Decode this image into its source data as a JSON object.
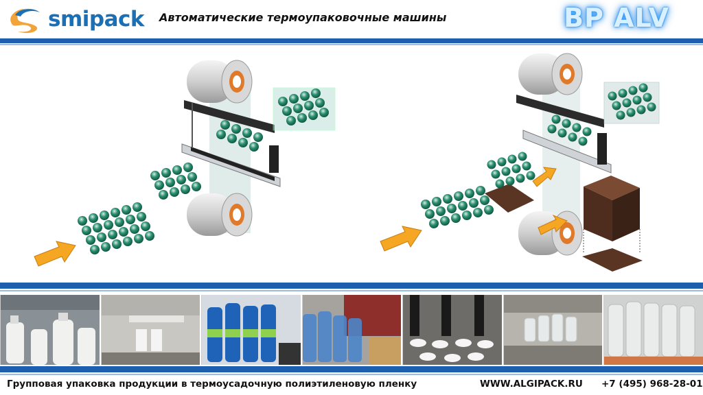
{
  "header": {
    "brand": "smipack",
    "title": "Автоматические термоупаковочные  машины",
    "model": "BP ALV"
  },
  "colors": {
    "brand_blue": "#1b6fb5",
    "logo_orange": "#f2a43a",
    "stripe_blue": "#1b5fae",
    "can_green": "#1f8a6a",
    "arrow_orange": "#f5a623",
    "tray_brown": "#5a3524"
  },
  "diagrams": [
    {
      "name": "shrink-wrap-process-without-tray",
      "icons": [
        "film-roll-icon",
        "can-pack-icon",
        "arrow-icon"
      ]
    },
    {
      "name": "shrink-wrap-process-with-tray",
      "icons": [
        "film-roll-icon",
        "can-pack-icon",
        "arrow-icon",
        "cardboard-tray-icon"
      ]
    }
  ],
  "photos": [
    {
      "name": "white-bottles"
    },
    {
      "name": "machine-conveyor"
    },
    {
      "name": "blue-water-bottles"
    },
    {
      "name": "wrapped-bottle-packs"
    },
    {
      "name": "bottle-caps-closeup"
    },
    {
      "name": "clear-bottles-on-conveyor"
    },
    {
      "name": "wrapped-clear-bottles"
    }
  ],
  "footer": {
    "description": "Групповая упаковка продукции в термоусадочную полиэтиленовую пленку",
    "website": "WWW.ALGIPACK.RU",
    "phone": "+7 (495) 968-28-01"
  }
}
